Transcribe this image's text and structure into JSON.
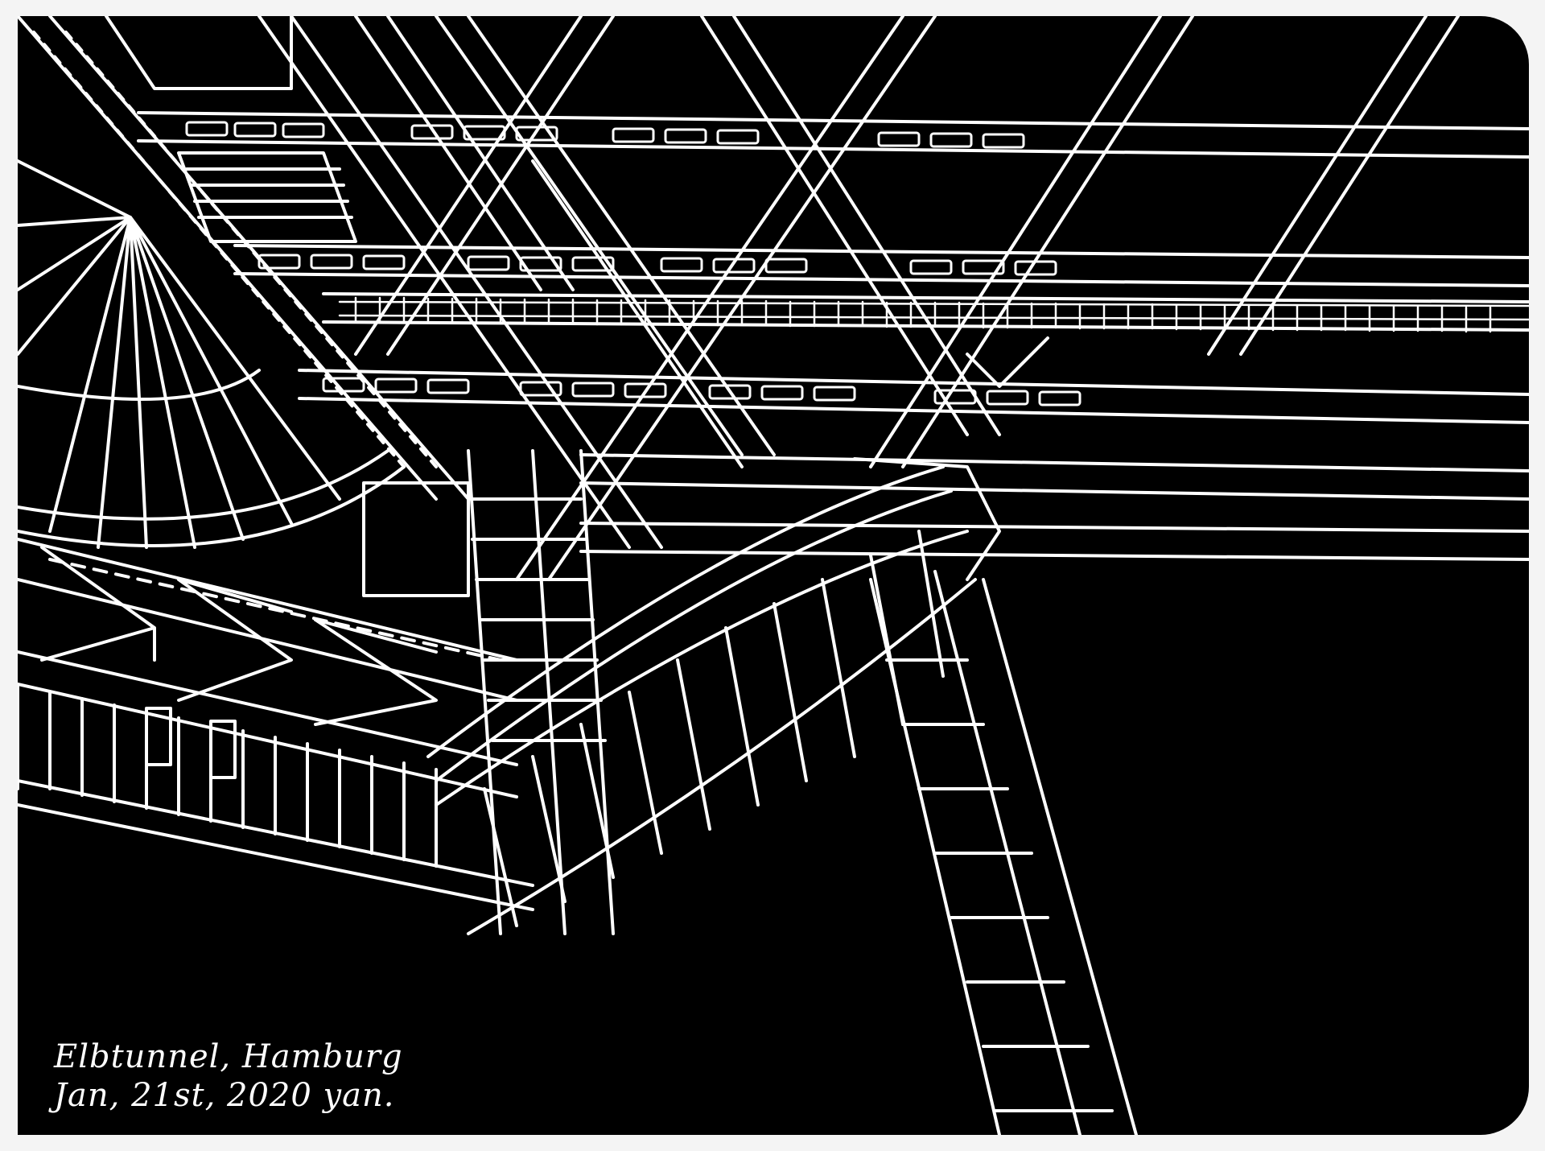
{
  "drawing": {
    "caption_place": "Elbtunnel, Hamburg",
    "caption_date": "Jan, 21st, 2020",
    "signature": "yan.",
    "ink_color": "#ffffff",
    "paper_color": "#000000"
  }
}
